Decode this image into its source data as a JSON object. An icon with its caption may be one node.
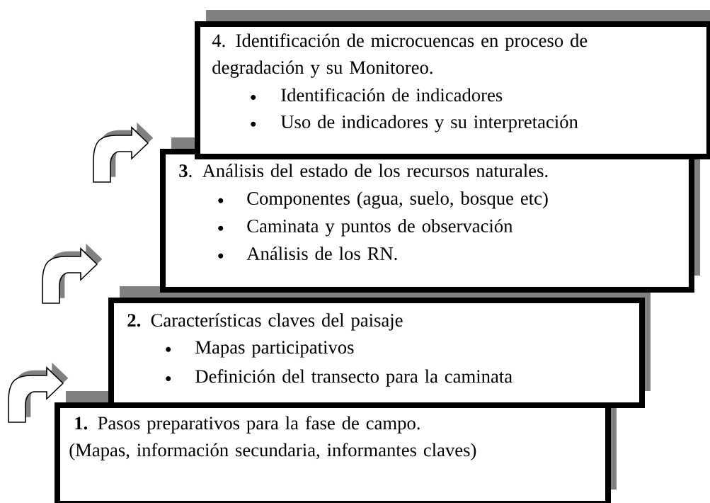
{
  "diagram": {
    "nodes": [
      {
        "text": [
          "4. Identificación de microcuencas en proceso de degradación y su Monitoreo.",
          "Identificación de indicadores",
          "Uso de indicadores y su interpretación"
        ]
      },
      {
        "text": [
          "**3**. Análisis del estado de los recursos naturales.",
          "Componentes  (agua, suelo, bosque etc)",
          "Caminata y puntos de observación",
          "Análisis de los RN."
        ]
      },
      {
        "text": [
          "**2.** Características claves del paisaje",
          "Mapas participativos",
          "Definición del transecto para la caminata"
        ]
      },
      {
        "text": [
          "**1.** Pasos preparativos para la fase de campo.",
          "(Mapas, información secundaria, informantes claves)"
        ]
      }
    ]
  }
}
